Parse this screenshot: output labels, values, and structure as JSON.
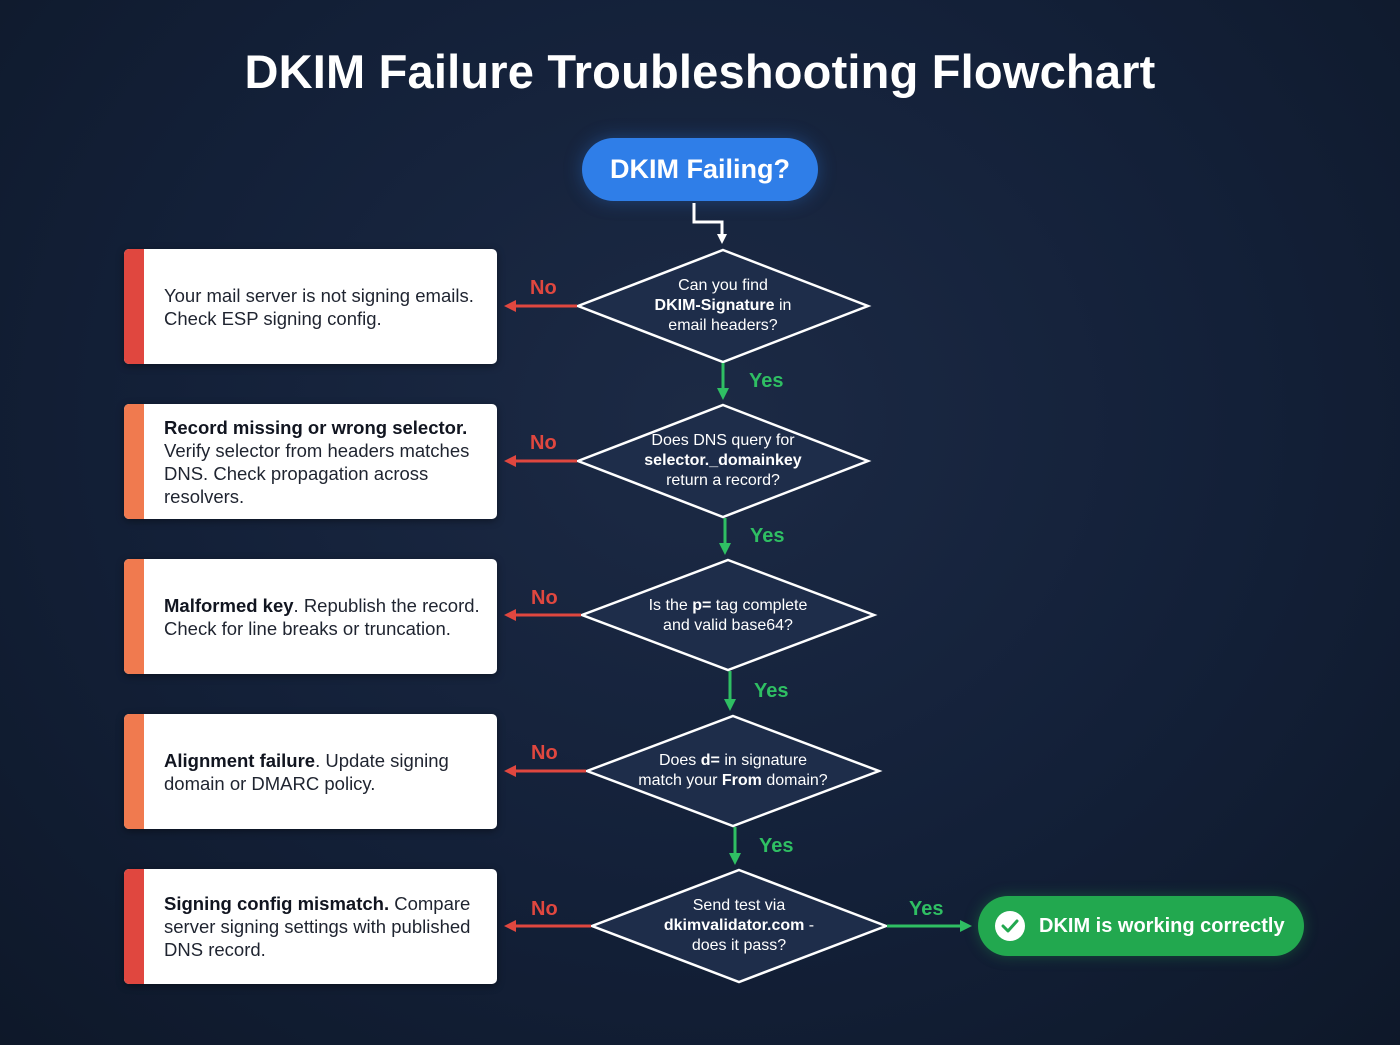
{
  "title": "DKIM Failure Troubleshooting Flowchart",
  "start": {
    "label": "DKIM Failing?"
  },
  "decisions": [
    {
      "line1_pre": "Can you find",
      "line1_bold": "",
      "line1_post": "",
      "line2_pre": "",
      "line2_bold": "DKIM-Signature",
      "line2_post": " in",
      "line3_pre": "email headers?",
      "line3_bold": "",
      "line3_post": ""
    },
    {
      "line1_pre": "Does DNS query for",
      "line1_bold": "",
      "line1_post": "",
      "line2_pre": "",
      "line2_bold": "selector._domainkey",
      "line2_post": "",
      "line3_pre": "return a record?",
      "line3_bold": "",
      "line3_post": ""
    },
    {
      "line1_pre": "Is the ",
      "line1_bold": "p=",
      "line1_post": " tag complete",
      "line2_pre": "and valid base64?",
      "line2_bold": "",
      "line2_post": "",
      "line3_pre": "",
      "line3_bold": "",
      "line3_post": ""
    },
    {
      "line1_pre": "Does ",
      "line1_bold": "d=",
      "line1_post": " in signature",
      "line2_pre": "match your ",
      "line2_bold": "From",
      "line2_post": " domain?",
      "line3_pre": "",
      "line3_bold": "",
      "line3_post": ""
    },
    {
      "line1_pre": "Send test via",
      "line1_bold": "",
      "line1_post": "",
      "line2_pre": "",
      "line2_bold": "dkimvalidator.com",
      "line2_post": " -",
      "line3_pre": "does it pass?",
      "line3_bold": "",
      "line3_post": ""
    }
  ],
  "outcomes": [
    {
      "bold": "",
      "text": "Your mail server is not signing emails. Check ESP signing config.",
      "color": "#e0473f"
    },
    {
      "bold": "Record missing or wrong selector.",
      "text": " Verify selector from headers matches DNS. Check propagation across resolvers.",
      "color": "#f07a4f"
    },
    {
      "bold": "Malformed key",
      "text": ". Republish the record. Check for line breaks or truncation.",
      "color": "#f07a4f"
    },
    {
      "bold": "Alignment failure",
      "text": ". Update signing domain or DMARC policy.",
      "color": "#f07a4f"
    },
    {
      "bold": "Signing config mismatch.",
      "text": " Compare server signing settings with published DNS record.",
      "color": "#e0473f"
    }
  ],
  "labels": {
    "no": "No",
    "yes": "Yes"
  },
  "end": {
    "label": "DKIM is working correctly"
  },
  "colors": {
    "no": "#e0473f",
    "yes": "#2fbf63",
    "start": "#2f7ee8",
    "end": "#22a84f",
    "diamond_fill": "#1e2d4a"
  }
}
